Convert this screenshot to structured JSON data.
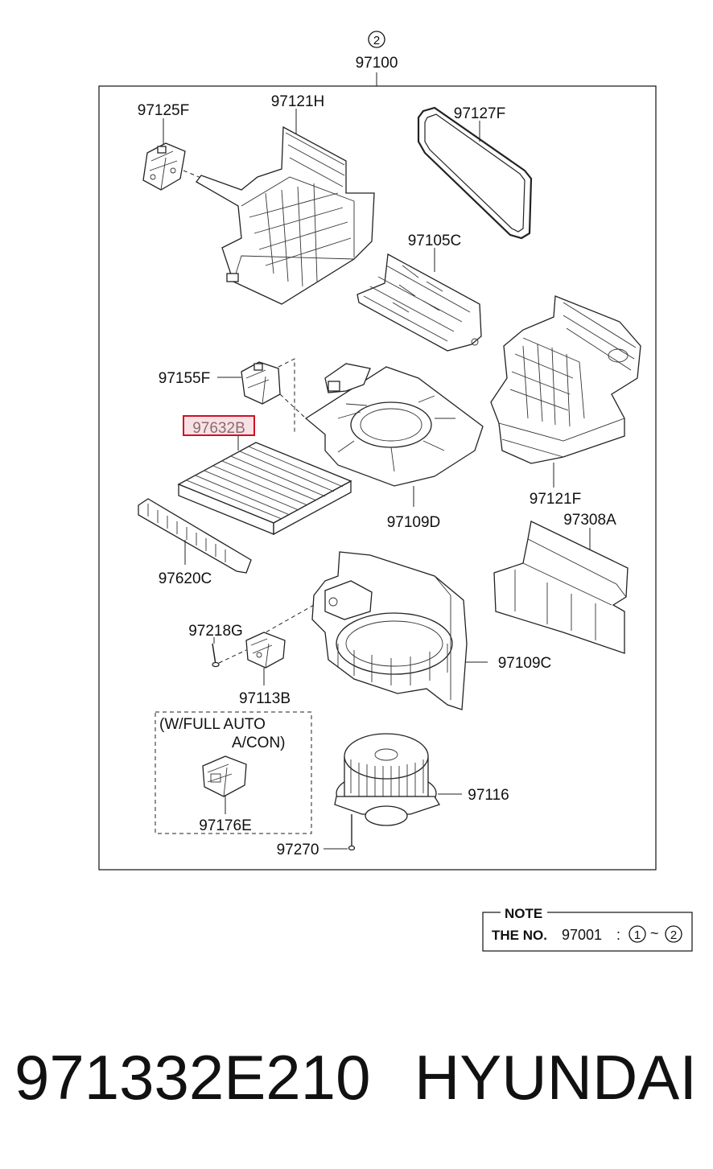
{
  "assembly": {
    "circle_number": "2",
    "part_number": "97100"
  },
  "labels": {
    "p97125F": "97125F",
    "p97121H": "97121H",
    "p97127F": "97127F",
    "p97105C": "97105C",
    "p97155F": "97155F",
    "p97632B": "97632B",
    "p97121F": "97121F",
    "p97109D": "97109D",
    "p97308A": "97308A",
    "p97620C": "97620C",
    "p97218G": "97218G",
    "p97109C": "97109C",
    "p97113B": "97113B",
    "p97116": "97116",
    "p97176E": "97176E",
    "p97270": "97270"
  },
  "option_box": {
    "line1": "(W/FULL AUTO",
    "line2": "A/CON)"
  },
  "note": {
    "title": "NOTE",
    "prefix": "THE NO.",
    "number": "97001",
    "separator": ":",
    "range_start": "1",
    "tilde": "~",
    "range_end": "2"
  },
  "footer": {
    "part_number": "971332E210",
    "brand": "HYUNDAI"
  },
  "colors": {
    "highlight_border": "#d10f22",
    "highlight_fill": "#f2c9cf"
  }
}
